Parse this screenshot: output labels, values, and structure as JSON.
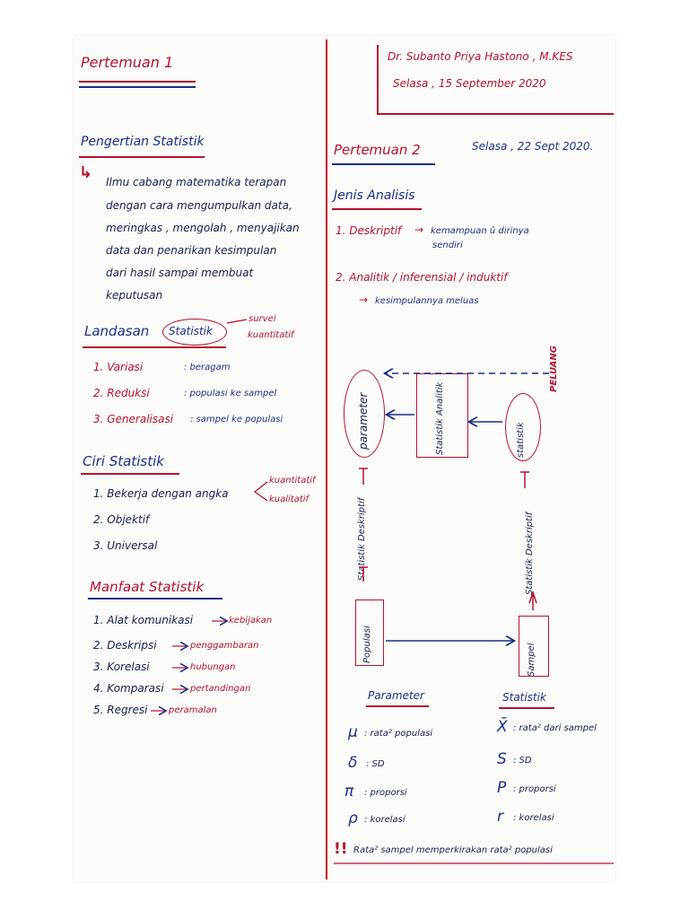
{
  "left": {
    "pertemuan1": "Pertemuan 1",
    "pengertian": {
      "title": "Pengertian Statistik",
      "lines": [
        "Ilmu cabang matematika terapan",
        "dengan cara mengumpulkan data,",
        "meringkas , mengolah , menyajikan",
        "data dan penarikan kesimpulan",
        "dari hasil sampai membuat",
        "keputusan"
      ]
    },
    "landasan": {
      "title": "Landasan",
      "oval": "Statistik",
      "note1": "survei",
      "note2": "kuantitatif",
      "items": [
        {
          "term": "1. Variasi",
          "desc": ": beragam"
        },
        {
          "term": "2. Reduksi",
          "desc": ": populasi ke sampel"
        },
        {
          "term": "3. Generalisasi",
          "desc": ": sampel ke populasi"
        }
      ]
    },
    "ciri": {
      "title": "Ciri Statistik",
      "item1": "1. Bekerja dengan angka",
      "branch1": "kuantitatif",
      "branch2": "kualitatif",
      "item2": "2. Objektif",
      "item3": "3. Universal"
    },
    "manfaat": {
      "title": "Manfaat Statistik",
      "items": [
        {
          "term": "1. Alat komunikasi",
          "desc": "kebijakan"
        },
        {
          "term": "2. Deskripsi",
          "desc": "penggambaran"
        },
        {
          "term": "3. Korelasi",
          "desc": "hubungan"
        },
        {
          "term": "4. Komparasi",
          "desc": "pertandingan"
        },
        {
          "term": "5. Regresi",
          "desc": "peramalan"
        }
      ]
    }
  },
  "right": {
    "author": "Dr. Subanto Priya Hastono , M.KES",
    "date1": "Selasa , 15 September 2020",
    "pertemuan2": "Pertemuan 2",
    "date2": "Selasa , 22 Sept 2020.",
    "jenis": {
      "title": "Jenis Analisis",
      "item1": "1. Deskriptif",
      "item1_desc": "kemampuan û dirinya",
      "item1_desc2": "sendiri",
      "item2": "2. Analitik / inferensial / induktif",
      "item2_desc": "kesimpulannya meluas"
    },
    "diagram": {
      "peluang": "PELUANG",
      "parameter": "parameter",
      "statistik_analitik": "Statistik Analitik",
      "statistik": "statistik",
      "desk_left": "Statistik Deskriptif",
      "desk_right": "Statistik Deskriptif",
      "populasi": "Populasi",
      "sampel": "Sampel"
    },
    "table": {
      "head_param": "Parameter",
      "head_stat": "Statistik",
      "rows": [
        {
          "psym": "μ",
          "pdesc": ": rata² populasi",
          "ssym": "X̄",
          "sdesc": ": rata² dari sampel"
        },
        {
          "psym": "δ",
          "pdesc": ": SD",
          "ssym": "S",
          "sdesc": ": SD"
        },
        {
          "psym": "π",
          "pdesc": ": proporsi",
          "ssym": "P",
          "sdesc": ": proporsi"
        },
        {
          "psym": "ρ",
          "pdesc": ": korelasi",
          "ssym": "r",
          "sdesc": ": korelasi"
        }
      ]
    },
    "note_mark": "!!",
    "note": "Rata² sampel memperkirakan rata² populasi"
  },
  "colors": {
    "red": "#b5122f",
    "blue": "#1b2f86",
    "ink": "#14204f"
  }
}
